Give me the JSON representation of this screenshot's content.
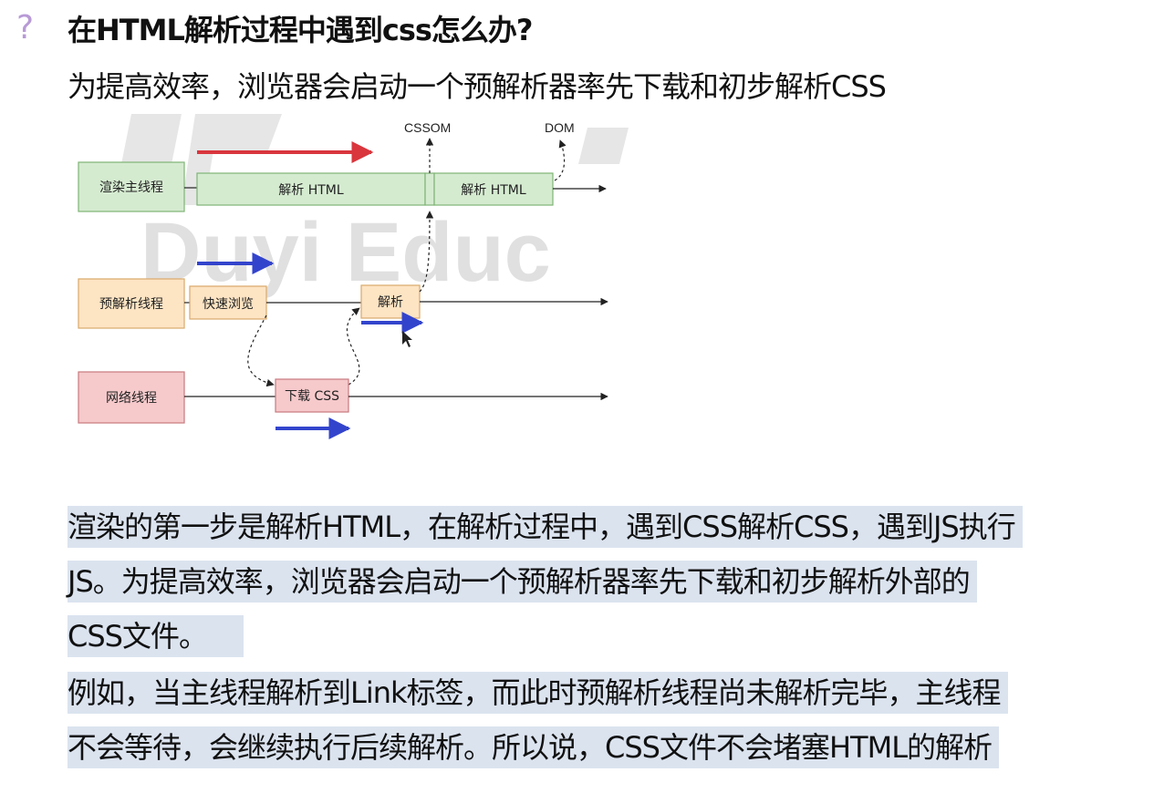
{
  "question": {
    "icon": "question-mark-icon",
    "title": "在HTML解析过程中遇到css怎么办?"
  },
  "intro": "为提高效率，浏览器会启动一个预解析器率先下载和初步解析CSS",
  "diagram": {
    "watermark": "Duyi Educ",
    "top_labels": {
      "cssom": "CSSOM",
      "dom": "DOM"
    },
    "rows": {
      "main": {
        "label": "渲染主线程",
        "parse1": "解析 HTML",
        "parse2": "解析 HTML"
      },
      "preparse": {
        "label": "预解析线程",
        "fast_scan": "快速浏览",
        "parse": "解析"
      },
      "network": {
        "label": "网络线程",
        "download": "下载 CSS"
      }
    },
    "colors": {
      "green_fill": "#d5ebd0",
      "green_border": "#7fb476",
      "orange_fill": "#fde4c3",
      "orange_border": "#d9a96a",
      "pink_fill": "#f6c9cb",
      "pink_border": "#c97a7e",
      "red_arrow": "#d9363e",
      "blue_arrow": "#3344cc"
    }
  },
  "paragraphs": {
    "p1_line1": "渲染的第一步是解析HTML，在解析过程中，遇到CSS解析CSS，遇到JS执行",
    "p1_line2": "JS。为提高效率，浏览器会启动一个预解析器率先下载和初步解析外部的",
    "p1_line3": "CSS文件。",
    "p2_line1": "例如，当主线程解析到Link标签，而此时预解析线程尚未解析完毕，主线程",
    "p2_line2": "不会等待，会继续执行后续解析。所以说，CSS文件不会堵塞HTML的解析"
  }
}
